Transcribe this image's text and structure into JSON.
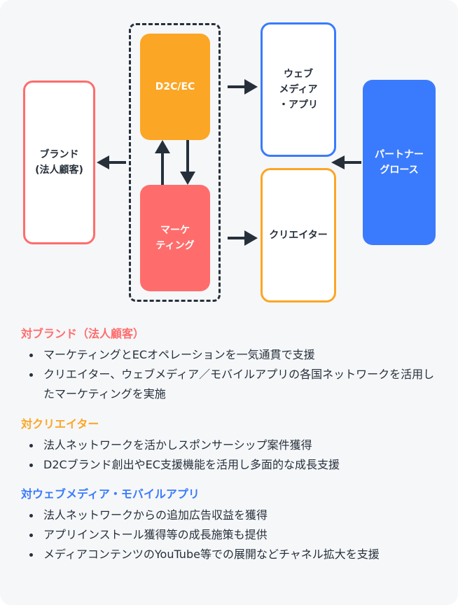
{
  "colors": {
    "background": "#f6f7f9",
    "text": "#26303b",
    "red": "#fe6d6c",
    "orange": "#fba625",
    "blue": "#3a7bfd"
  },
  "diagram": {
    "nodes": {
      "brand": {
        "label": "ブランド\n(法人顧客)",
        "style": "outline",
        "color": "red"
      },
      "d2c": {
        "label": "D2C/EC",
        "style": "filled",
        "color": "orange"
      },
      "marketing": {
        "label": "マーケ\nティング",
        "style": "filled",
        "color": "red"
      },
      "web_media": {
        "label": "ウェブ\nメディア\n・アプリ",
        "style": "outline",
        "color": "blue"
      },
      "creator": {
        "label": "クリエイター",
        "style": "outline",
        "color": "orange"
      },
      "partner_growth": {
        "label": "パートナー\nグロース",
        "style": "filled",
        "color": "blue"
      }
    },
    "edges": [
      {
        "from": "group",
        "to": "brand"
      },
      {
        "from": "marketing",
        "to": "d2c"
      },
      {
        "from": "d2c",
        "to": "marketing"
      },
      {
        "from": "group",
        "to": "web_media"
      },
      {
        "from": "group",
        "to": "creator"
      },
      {
        "from": "partner_growth",
        "to": "group_right"
      }
    ]
  },
  "sections": [
    {
      "title": "対ブランド（法人顧客）",
      "color": "red",
      "bullets": [
        "マーケティングとECオペレーションを一気通貫で支援",
        "クリエイター、ウェブメディア／モバイルアプリの各国ネットワークを活用したマーケティングを実施"
      ]
    },
    {
      "title": "対クリエイター",
      "color": "orange",
      "bullets": [
        "法人ネットワークを活かしスポンサーシップ案件獲得",
        "D2Cブランド創出やEC支援機能を活用し多面的な成長支援"
      ]
    },
    {
      "title": "対ウェブメディア・モバイルアプリ",
      "color": "blue",
      "bullets": [
        "法人ネットワークからの追加広告収益を獲得",
        "アプリインストール獲得等の成長施策も提供",
        "メディアコンテンツのYouTube等での展開などチャネル拡大を支援"
      ]
    }
  ]
}
